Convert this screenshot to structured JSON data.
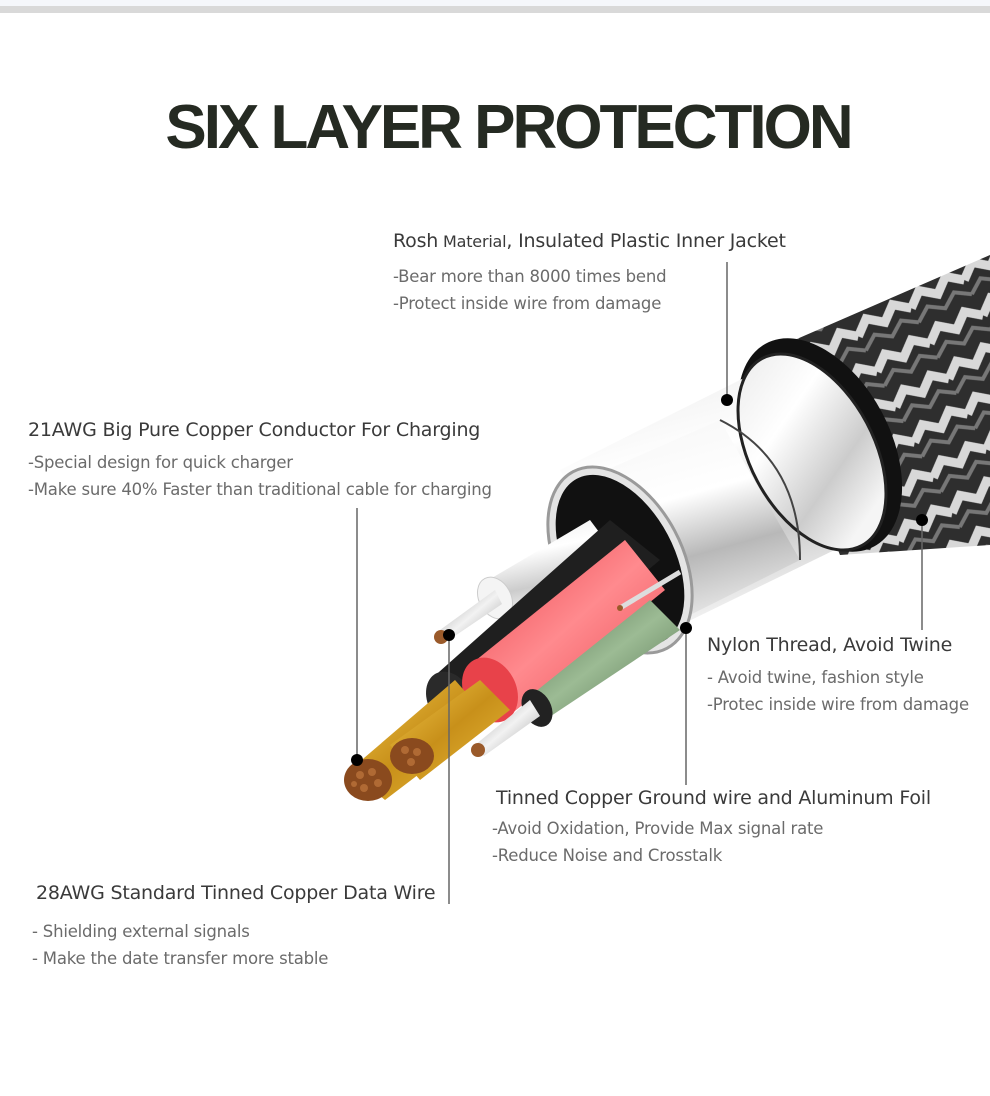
{
  "title": "SIX LAYER PROTECTION",
  "labels": {
    "inner_jacket": {
      "head_a": "Rosh",
      "head_b": " Material",
      "head_c": ", Insulated Plastic Inner Jacket",
      "lines": [
        "-Bear more than 8000 times bend",
        "-Protect inside wire from damage"
      ]
    },
    "conductor": {
      "head": "21AWG Big Pure Copper Conductor For Charging",
      "lines": [
        "-Special design for quick charger",
        "-Make sure 40% Faster than traditional cable for charging"
      ]
    },
    "nylon": {
      "head": "Nylon Thread, Avoid Twine",
      "lines": [
        "- Avoid twine, fashion style",
        "-Protec inside wire from damage"
      ]
    },
    "ground": {
      "head": "Tinned Copper Ground wire and Aluminum Foil",
      "lines": [
        "-Avoid Oxidation, Provide Max signal rate",
        "-Reduce Noise and Crosstalk"
      ]
    },
    "data_wire": {
      "head": "28AWG Standard Tinned Copper Data Wire",
      "lines": [
        "- Shielding external signals",
        "- Make the date transfer more stable"
      ]
    }
  },
  "colors": {
    "title": "#252a22",
    "red_wire": "#f2545b",
    "green_wire": "#5f7d5a",
    "copper": "#9a5a2a",
    "gold": "#d9a520",
    "braid_dark": "#2e2e2e"
  }
}
